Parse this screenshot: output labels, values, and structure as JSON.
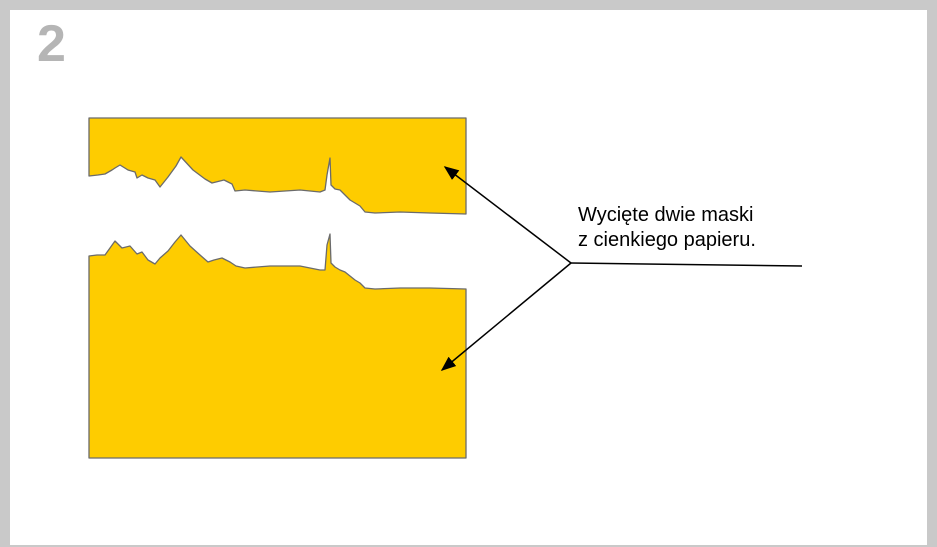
{
  "step_number": "2",
  "caption": {
    "line1": "Wycięte dwie maski",
    "line2": "z cienkiego papieru."
  },
  "colors": {
    "mask_fill": "#FECC00",
    "mask_stroke": "#6b6b6b",
    "frame": "#c9c9c9",
    "step_number": "#b5b5b5",
    "pointer_lines": "#000000"
  }
}
